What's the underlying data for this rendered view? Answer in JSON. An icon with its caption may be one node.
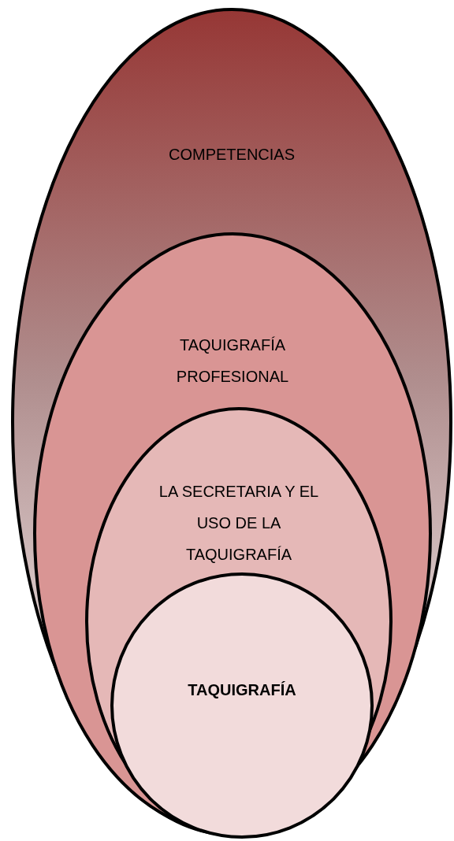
{
  "diagram": {
    "nodes": [
      {
        "text": [
          "COMPETENCIAS"
        ]
      },
      {
        "text": [
          "TAQUIGRAFÍA PROFESIONAL"
        ],
        "in": 0
      },
      {
        "text": [
          "LA SECRETARIA Y EL USO DE LA TAQUIGRAFÍA"
        ],
        "in": 1
      },
      {
        "text": [
          "TAQUIGRAFÍA"
        ],
        "in": 2
      }
    ]
  }
}
